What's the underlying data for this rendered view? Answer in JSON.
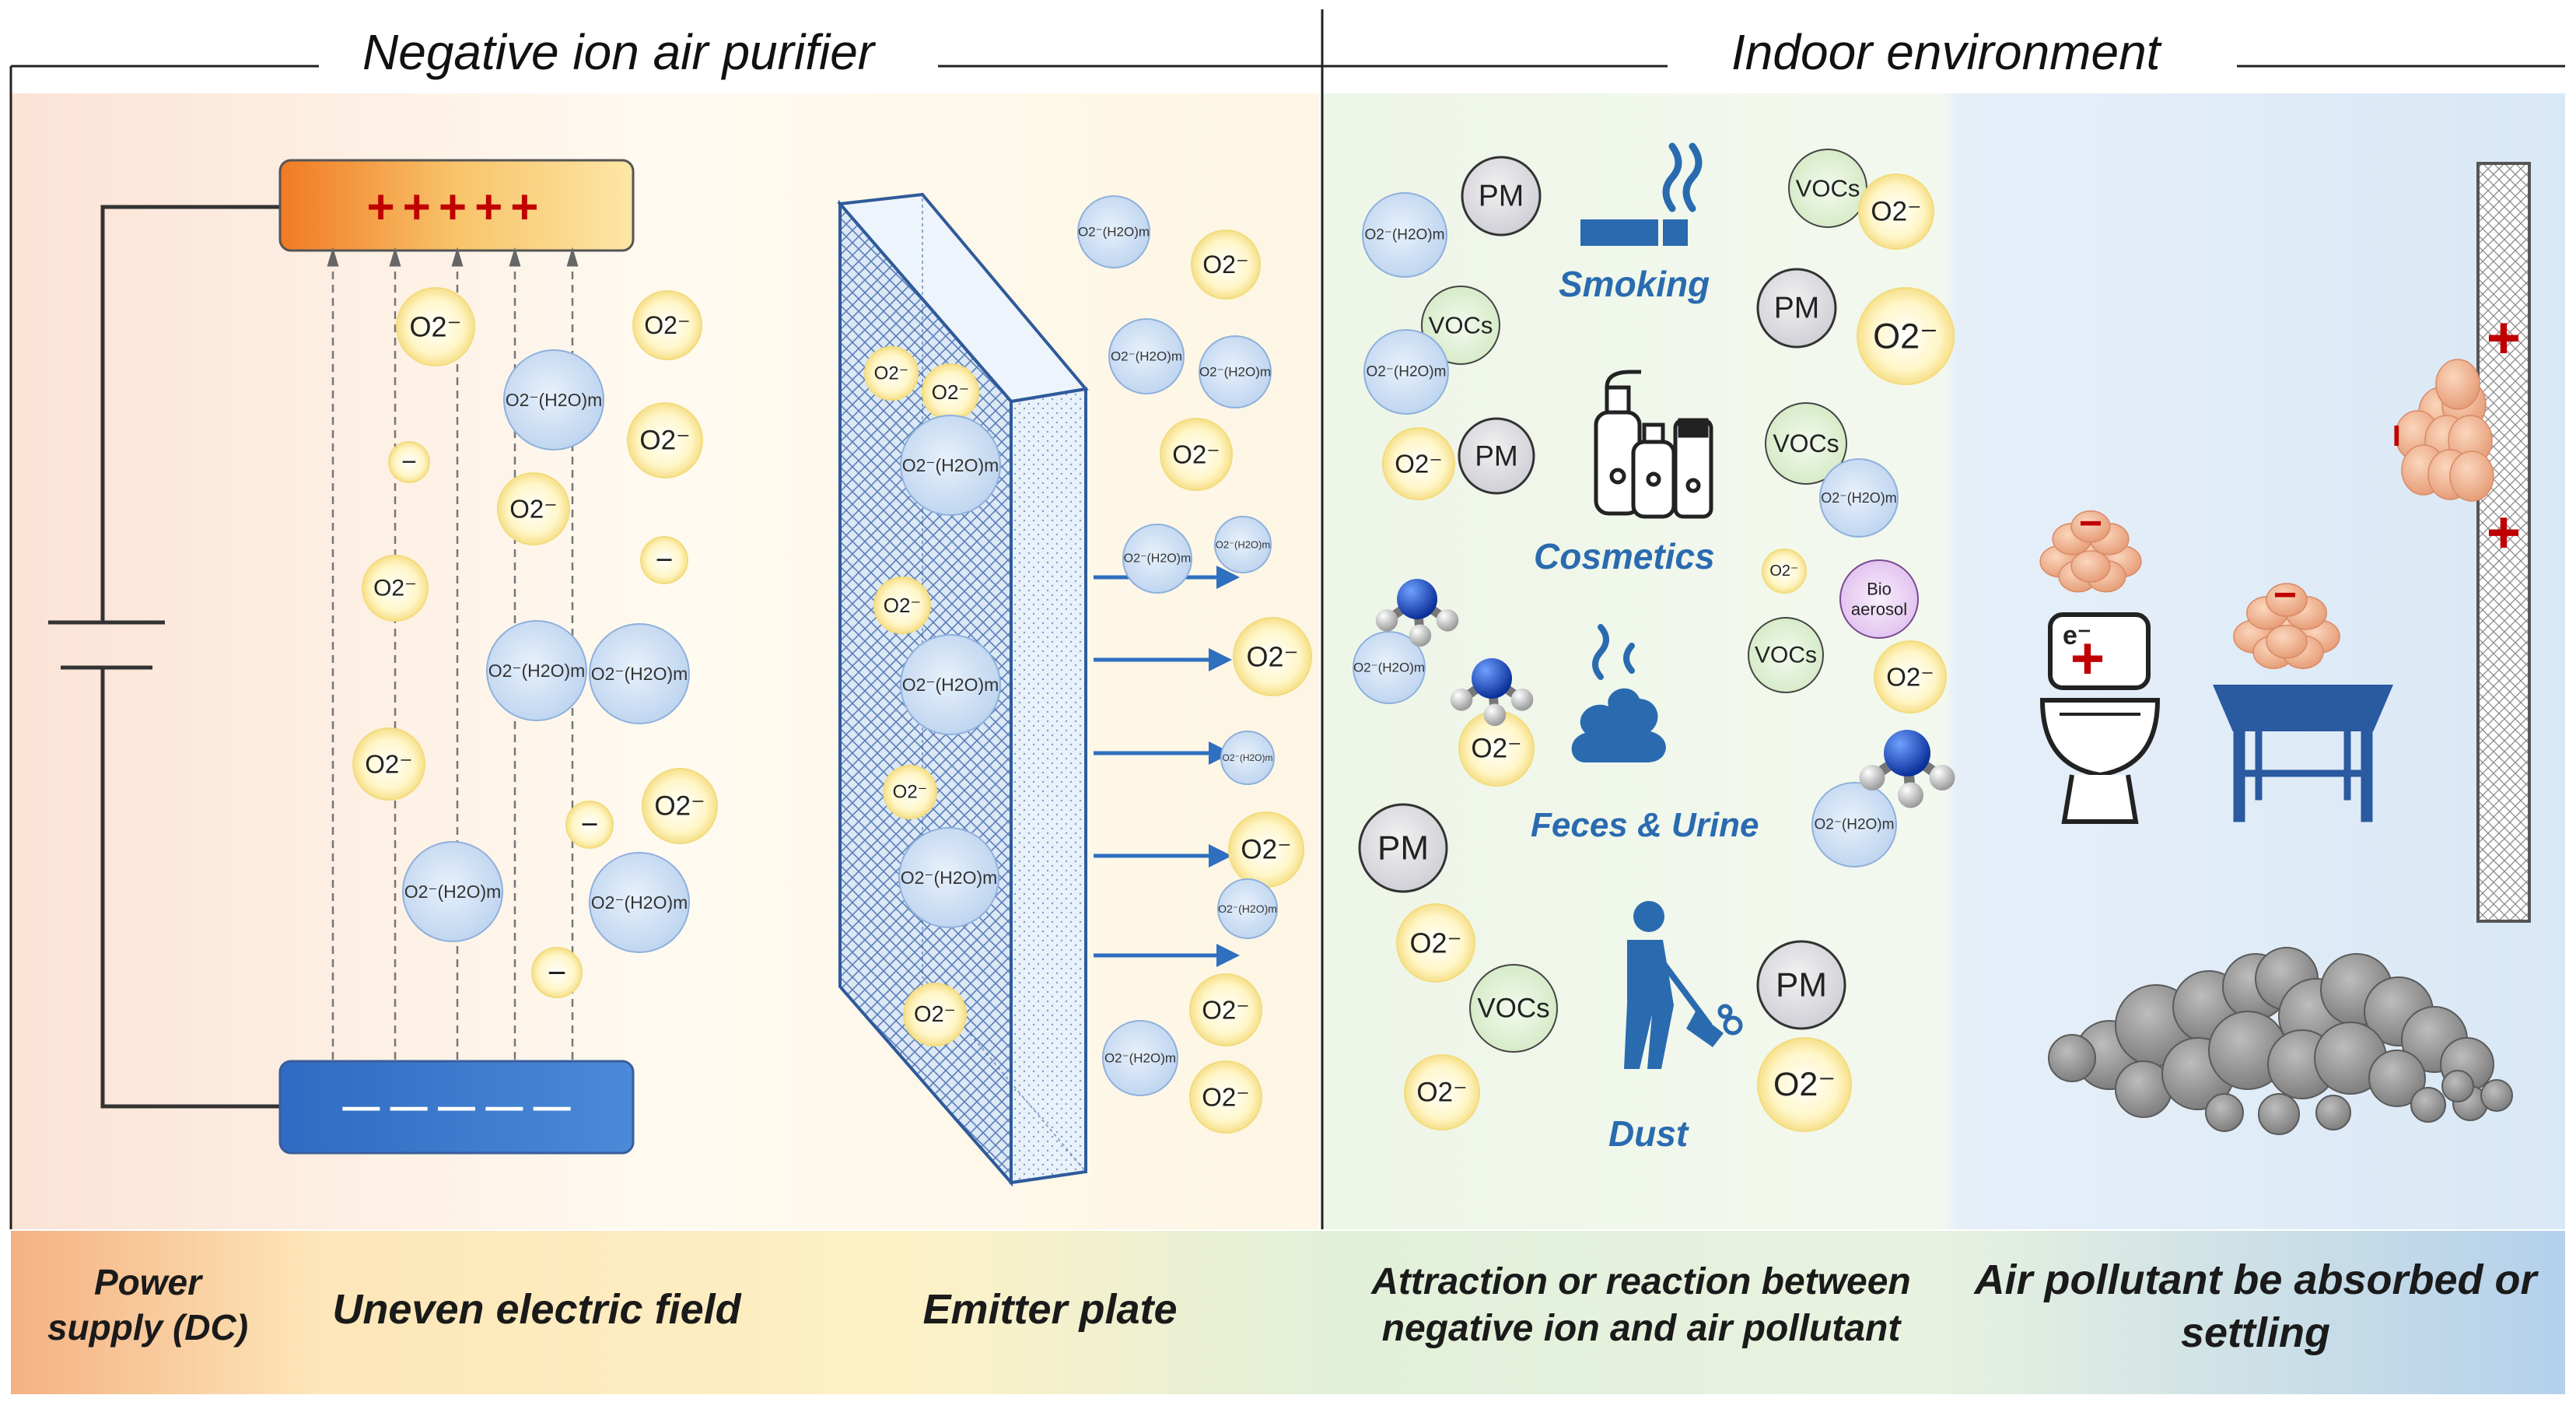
{
  "headers": {
    "left": "Negative ion air purifier",
    "right": "Indoor environment"
  },
  "electrodes": {
    "positive": "+++++",
    "negative": "— — — — —"
  },
  "species": {
    "superoxide": "O2⁻",
    "hydrated": "O2⁻(H2O)m",
    "minus": "−",
    "pm": "PM",
    "vocs": "VOCs",
    "bio_line1": "Bio",
    "bio_line2": "aerosol",
    "plus": "+",
    "wall_plus": "+",
    "electron": "e⁻"
  },
  "sources": {
    "smoking": "Smoking",
    "cosmetics": "Cosmetics",
    "feces": "Feces & Urine",
    "dust": "Dust"
  },
  "captions": {
    "power_line1": "Power",
    "power_line2": "supply (DC)",
    "field": "Uneven electric field",
    "emitter": "Emitter plate",
    "attraction_line1": "Attraction or reaction between",
    "attraction_line2": "negative ion and air pollutant",
    "absorbed_line1": "Air pollutant be absorbed or",
    "absorbed_line2": "settling"
  },
  "colors": {
    "accent_blue": "#2a6bb0",
    "ion_yellow": "#fff8cf",
    "hydrate_blue": "#cfe0f5",
    "plus_red": "#c00000"
  }
}
